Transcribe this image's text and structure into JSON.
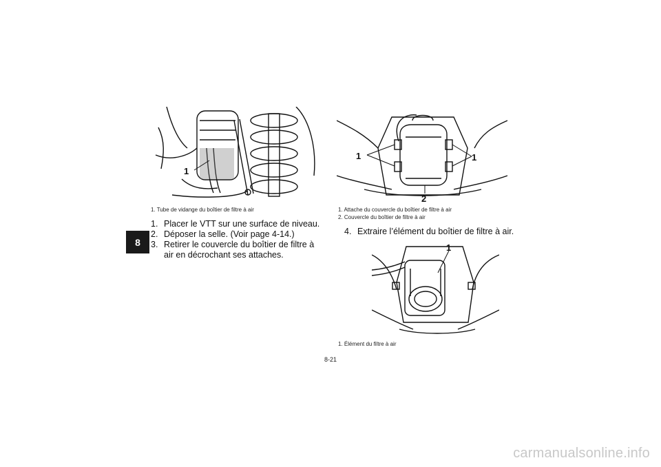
{
  "chapter_tab": "8",
  "figures": {
    "fig1": {
      "callouts": [
        "1"
      ],
      "captions": [
        "1. Tube de vidange du boîtier de filtre à air"
      ]
    },
    "fig2": {
      "callouts": [
        "1",
        "1",
        "2"
      ],
      "captions": [
        "1. Attache du couvercle du boîtier de filtre à air",
        "2. Couvercle du boîtier de filtre à air"
      ]
    },
    "fig3": {
      "callouts": [
        "1"
      ],
      "captions": [
        "1. Élément du filtre à air"
      ]
    }
  },
  "steps_left": [
    {
      "num": "1.",
      "text": "Placer le VTT sur une surface de niveau."
    },
    {
      "num": "2.",
      "text": "Déposer la selle. (Voir page 4-14.)"
    },
    {
      "num": "3.",
      "text": "Retirer le couvercle du boîtier de filtre à air en décrochant ses attaches."
    }
  ],
  "steps_right": [
    {
      "num": "4.",
      "text": "Extraire l’élément du boîtier de filtre à air."
    }
  ],
  "page_number": "8-21",
  "watermark": "carmanualsonline.info"
}
